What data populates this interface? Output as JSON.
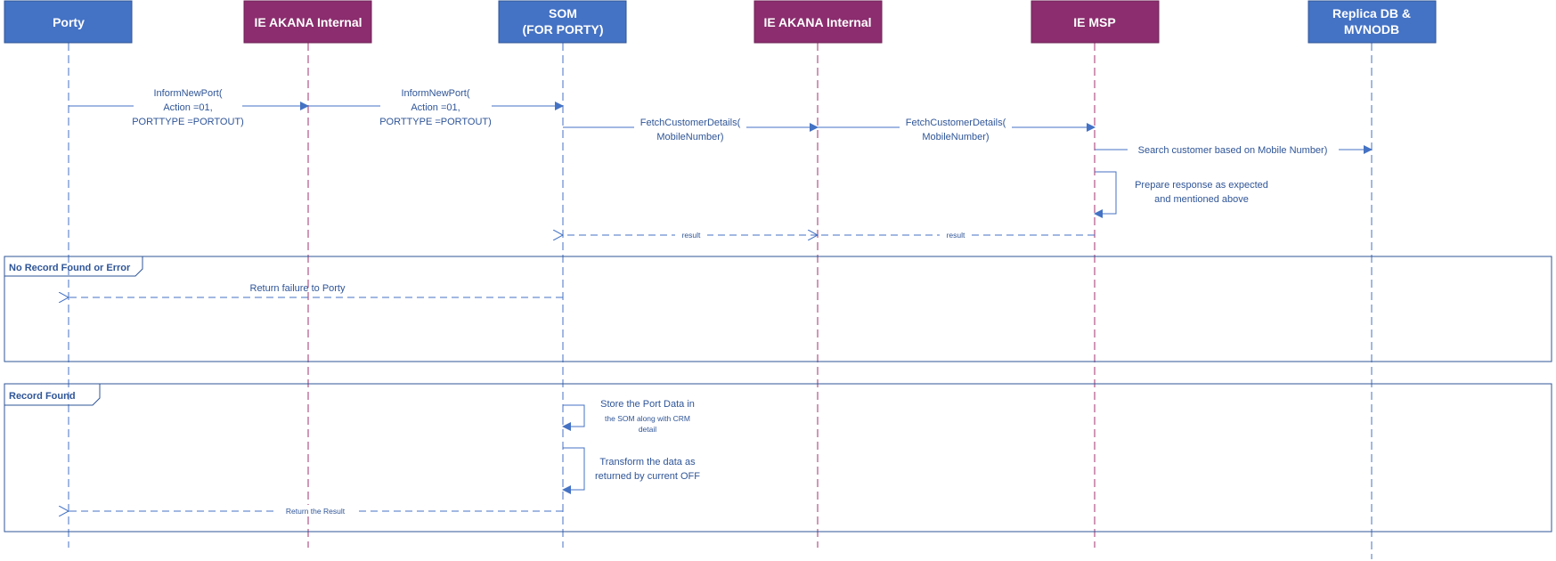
{
  "participants": [
    {
      "id": "porty",
      "lines": [
        "Porty"
      ],
      "kind": "blue"
    },
    {
      "id": "akana1",
      "lines": [
        "IE AKANA Internal"
      ],
      "kind": "purple"
    },
    {
      "id": "som",
      "lines": [
        "SOM",
        "(FOR PORTY)"
      ],
      "kind": "blue"
    },
    {
      "id": "akana2",
      "lines": [
        "IE AKANA  Internal"
      ],
      "kind": "purple"
    },
    {
      "id": "msp",
      "lines": [
        "IE MSP"
      ],
      "kind": "purple"
    },
    {
      "id": "replica",
      "lines": [
        "Replica DB &",
        "MVNODB"
      ],
      "kind": "blue"
    }
  ],
  "colors": {
    "blue": "#4472c4",
    "purple": "#8b2d6e",
    "line": "#2f5597"
  },
  "messages": {
    "inform1": [
      "InformNewPort(",
      "Action =01,",
      "PORTTYPE =PORTOUT)"
    ],
    "inform2": [
      "InformNewPort(",
      "Action =01,",
      "PORTTYPE =PORTOUT)"
    ],
    "fetch1": [
      "FetchCustomerDetails(",
      "MobileNumber)"
    ],
    "fetch2": [
      "FetchCustomerDetails(",
      "MobileNumber)"
    ],
    "search": "Search customer based on Mobile Number)",
    "prepare": [
      "Prepare response as expected",
      "and mentioned above"
    ],
    "result1": "result",
    "result2": "result",
    "failure": "Return failure to Porty",
    "store": [
      "Store the Port Data in",
      "the SOM along with CRM",
      "detail"
    ],
    "transform": [
      "Transform the data as",
      "returned by current OFF"
    ],
    "return_result": "Return the Result"
  },
  "frames": {
    "no_record": "No Record Found or Error",
    "record": "Record Found"
  }
}
